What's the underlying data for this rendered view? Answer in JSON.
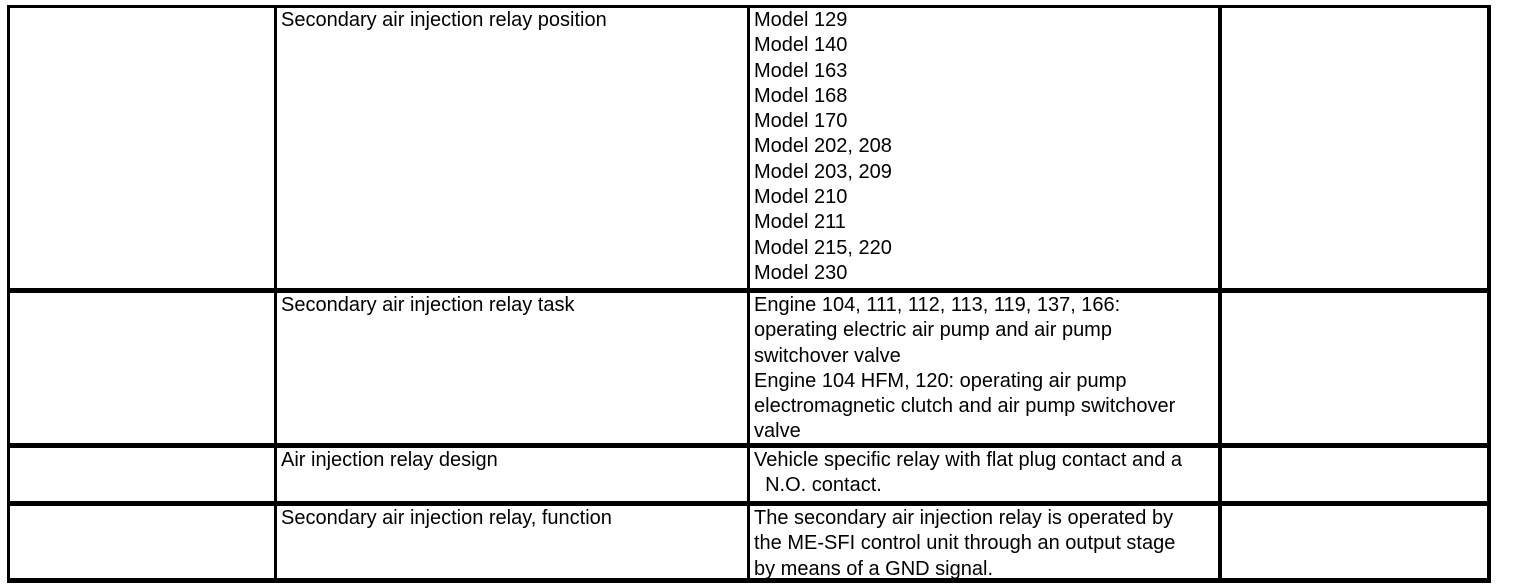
{
  "colors": {
    "border": "#000000",
    "text": "#000000",
    "background": "#ffffff"
  },
  "table": {
    "rows": [
      {
        "label": "Secondary air injection relay position",
        "value_lines": [
          "Model 129",
          "Model 140",
          "Model 163",
          "Model 168",
          "Model 170",
          "Model 202, 208",
          "Model 203, 209",
          "Model 210",
          "Model 211",
          "Model 215, 220",
          "Model 230"
        ]
      },
      {
        "label": "Secondary air injection relay task",
        "value_lines": [
          "Engine 104, 111, 112, 113, 119, 137, 166:",
          "operating electric air pump and air pump",
          "switchover valve",
          "Engine 104 HFM, 120: operating air pump",
          "electromagnetic clutch and air pump switchover",
          "valve"
        ]
      },
      {
        "label": "Air injection relay design",
        "value_lines": [
          "Vehicle specific relay with flat plug contact and a",
          "  N.O. contact."
        ]
      },
      {
        "label": "Secondary air injection relay, function",
        "value_lines": [
          "The secondary air injection relay is operated by",
          "the ME-SFI control unit through an output stage",
          "by means of a GND signal."
        ]
      }
    ]
  }
}
